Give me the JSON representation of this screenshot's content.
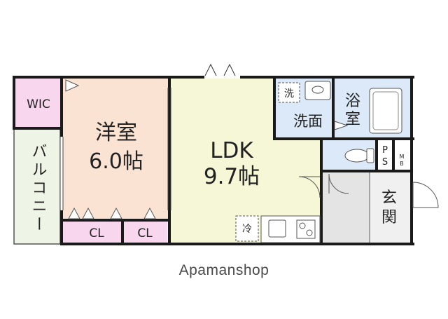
{
  "rooms": {
    "wic": "WIC",
    "balcony": "バルコニー",
    "western_room": {
      "name": "洋室",
      "size": "6.0帖"
    },
    "ldk": {
      "name": "LDK",
      "size": "9.7帖"
    },
    "closet_1": "CL",
    "closet_2": "CL",
    "washroom": "洗面",
    "washer": "洗",
    "bathroom": [
      "浴",
      "室"
    ],
    "entrance": [
      "玄",
      "関"
    ],
    "ps": [
      "P",
      "S"
    ],
    "mb": [
      "M",
      "B"
    ],
    "fridge": "冷"
  },
  "watermark": "Apamanshop",
  "colors": {
    "western_room": "#fbe3d4",
    "ldk": "#f6f7d6",
    "wic": "#f7d6ee",
    "closet": "#f7d6ee",
    "wet_area": "#dce9f8",
    "entrance": "#e4e4e4",
    "balcony": "#eef5e6",
    "wall": "#1a1a1a"
  }
}
